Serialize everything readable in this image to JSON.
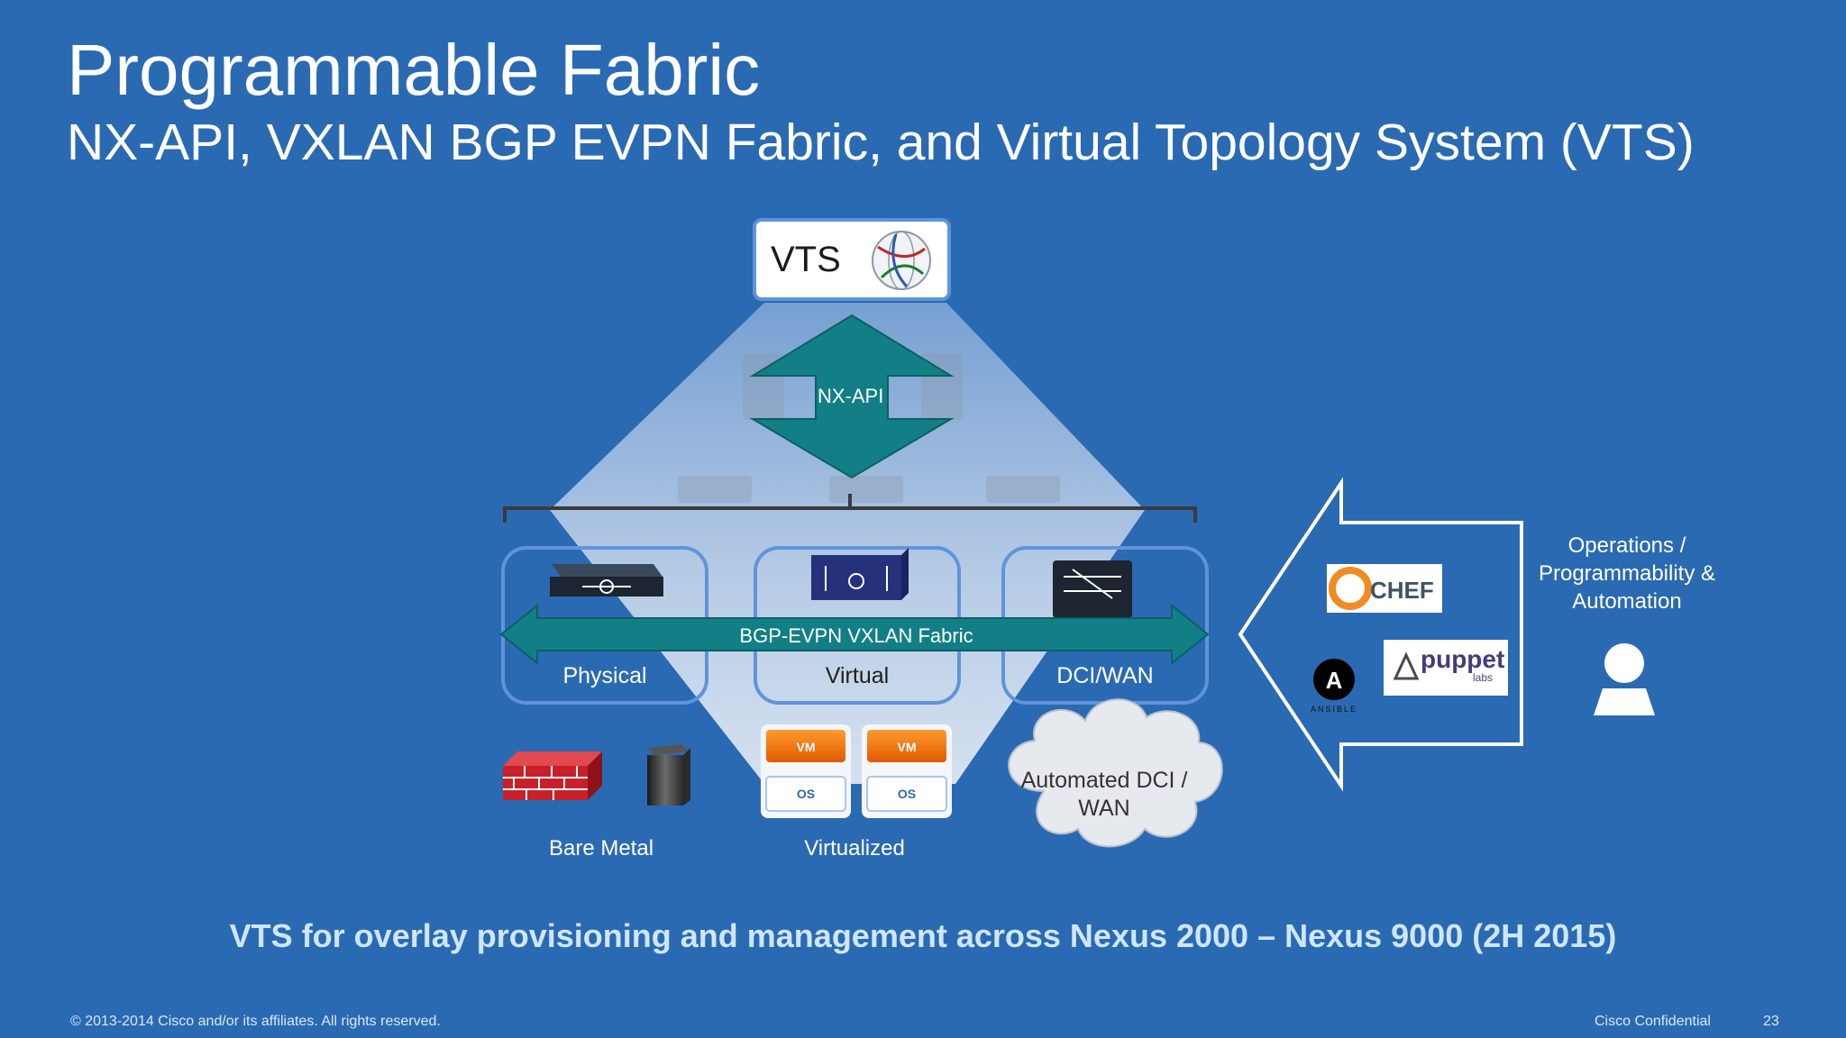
{
  "slide": {
    "title": "Programmable Fabric",
    "subtitle": "NX-API, VXLAN BGP EVPN Fabric, and Virtual Topology System (VTS)"
  },
  "diagram": {
    "controller_label": "VTS",
    "api_label": "NX-API",
    "fabric_label": "BGP-EVPN VXLAN Fabric",
    "pods": [
      {
        "label": "Physical"
      },
      {
        "label": "Virtual"
      },
      {
        "label": "DCI/WAN"
      }
    ],
    "bottom_labels": {
      "bare_metal": "Bare Metal",
      "virtualized": "Virtualized"
    },
    "vm_label": "VM",
    "os_label": "OS",
    "cloud_text": "Automated DCI / WAN",
    "automation_tools": [
      {
        "name": "CHEF",
        "icon": "chef-logo"
      },
      {
        "name": "puppet",
        "sub": "labs",
        "icon": "puppet-labs-logo"
      },
      {
        "name": "ANSIBLE",
        "icon": "ansible-logo"
      }
    ],
    "ops_label": "Operations / Programmability & Automation"
  },
  "tagline": "VTS for overlay provisioning and management across Nexus 2000 – Nexus 9000 (2H 2015)",
  "footer": {
    "copyright": "© 2013-2014  Cisco and/or its affiliates. All rights reserved.",
    "confidential": "Cisco Confidential",
    "page": "23"
  },
  "colors": {
    "background": "#2a6ab2",
    "teal_arrow": "#127f86",
    "pod_border": "#5f94d9",
    "vm_orange": "#f26b0f",
    "firewall_red": "#c8202a"
  }
}
